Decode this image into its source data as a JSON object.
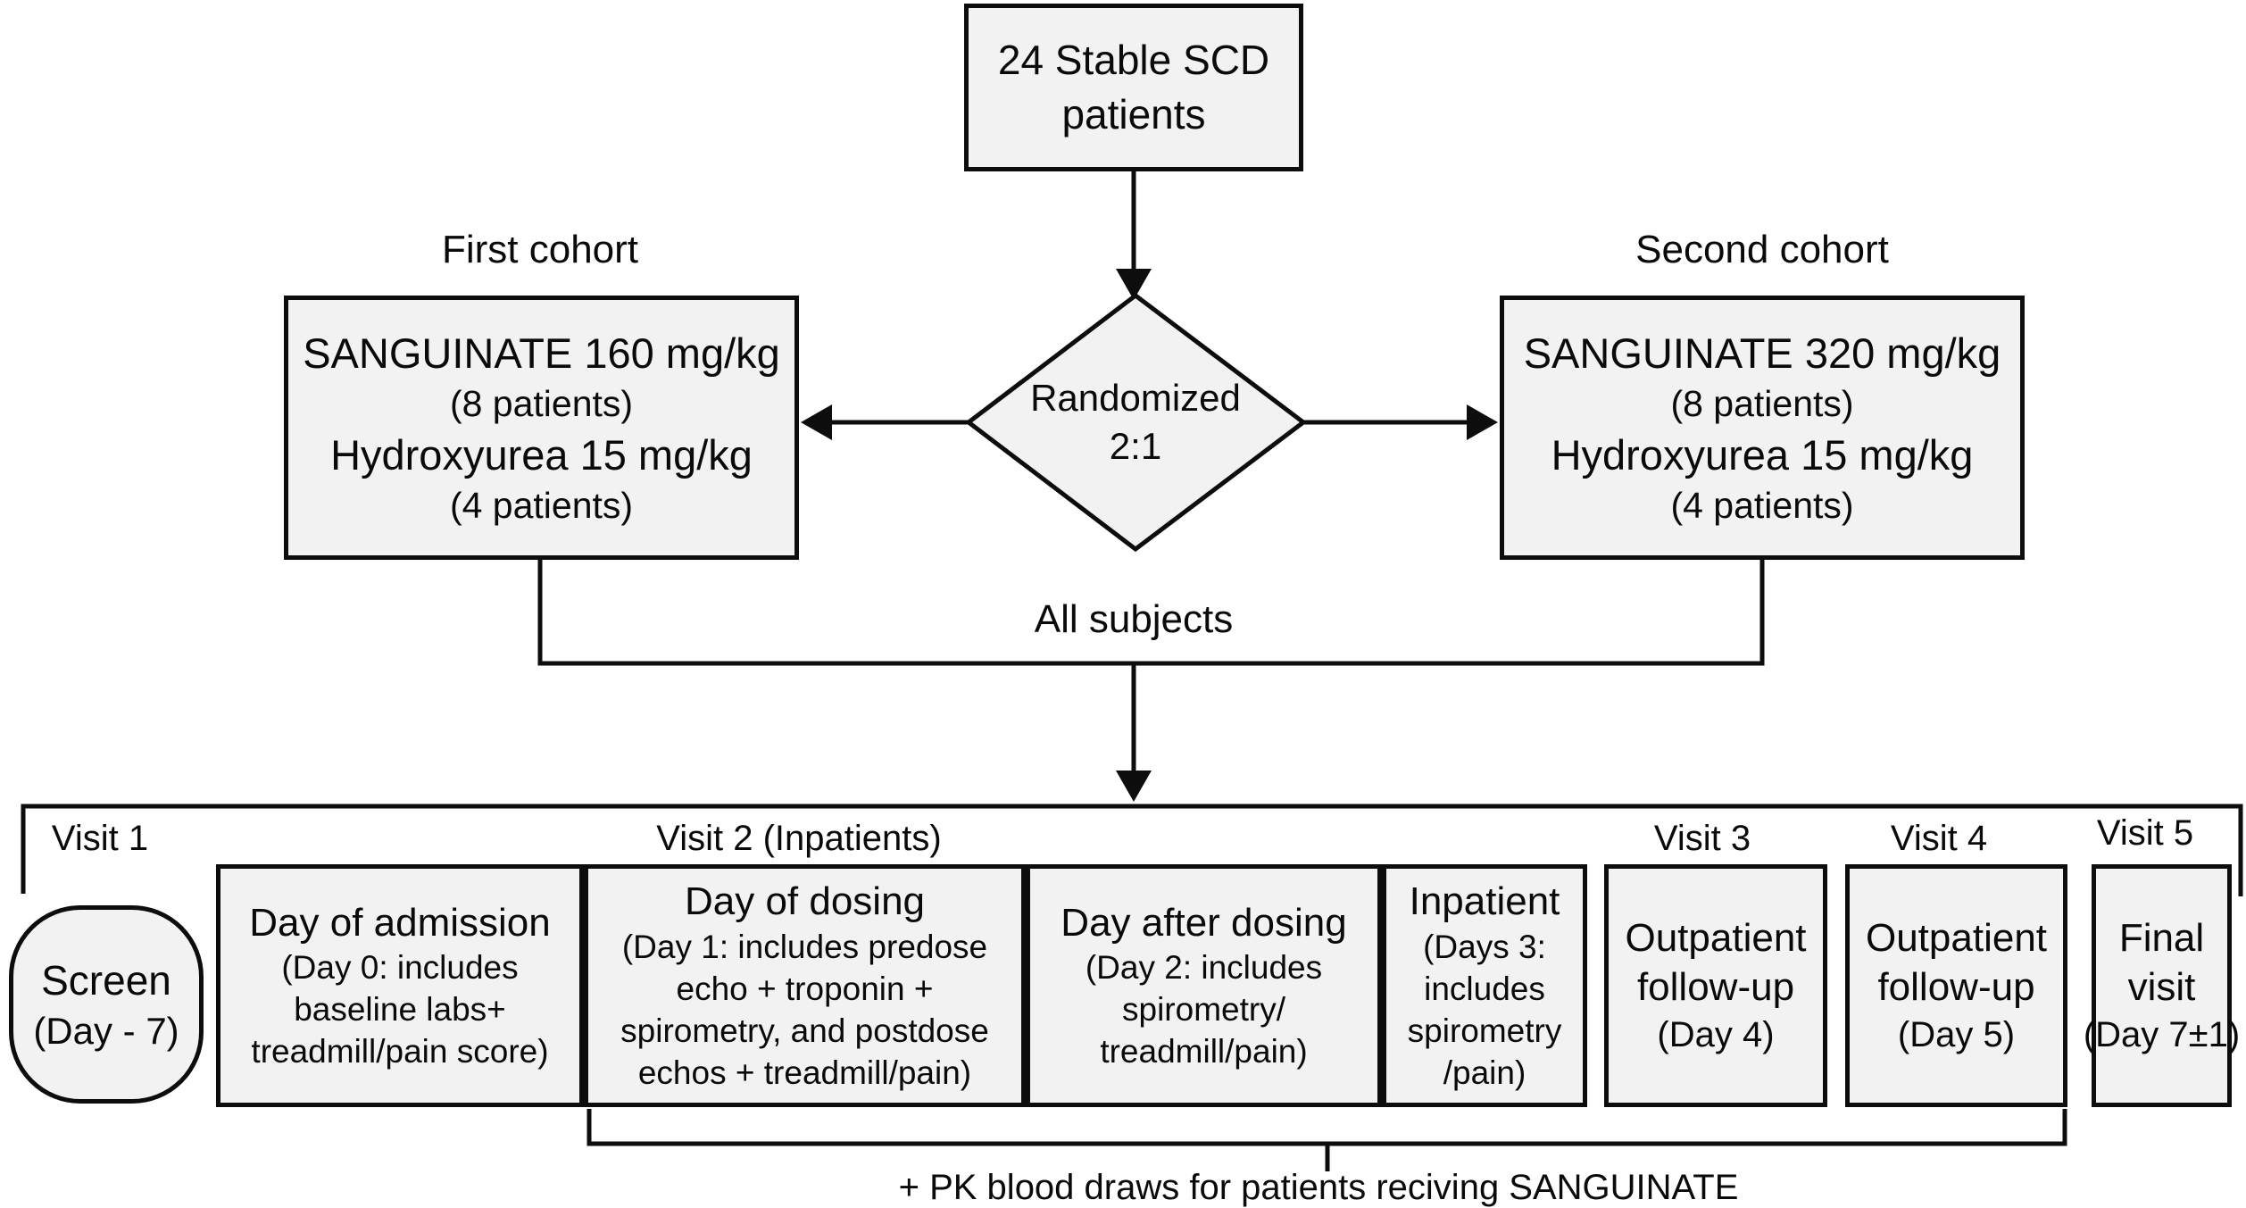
{
  "colors": {
    "background": "#ffffff",
    "node_fill": "#f2f2f2",
    "line": "#0d0d0d"
  },
  "flow": {
    "patients_box": {
      "line1": "24 Stable SCD",
      "line2": "patients"
    },
    "randomize_diamond": {
      "line1": "Randomized",
      "line2": "2:1"
    },
    "first_cohort": {
      "label": "First cohort",
      "dose_line": "SANGUINATE 160 mg/kg",
      "dose_n": "(8 patients)",
      "hydroxyurea_line": "Hydroxyurea 15 mg/kg",
      "hydroxyurea_n": "(4 patients)"
    },
    "second_cohort": {
      "label": "Second cohort",
      "dose_line": "SANGUINATE 320 mg/kg",
      "dose_n": "(8 patients)",
      "hydroxyurea_line": "Hydroxyurea 15 mg/kg",
      "hydroxyurea_n": "(4 patients)"
    },
    "all_subjects_label": "All subjects"
  },
  "timeline": {
    "visit_labels": [
      "Visit 1",
      "Visit 2 (Inpatients)",
      "Visit 3",
      "Visit 4",
      "Visit 5"
    ],
    "screen": {
      "title": "Screen",
      "sub": "(Day - 7)"
    },
    "admission": {
      "title": "Day of admission",
      "sub": [
        "(Day 0: includes",
        "baseline labs+",
        "treadmill/pain score)"
      ]
    },
    "dosing": {
      "title": "Day of dosing",
      "sub": [
        "(Day 1: includes predose",
        "echo + troponin +",
        "spirometry, and postdose",
        "echos + treadmill/pain)"
      ]
    },
    "after_dosing": {
      "title": "Day after dosing",
      "sub": [
        "(Day 2: includes",
        "spirometry/",
        "treadmill/pain)"
      ]
    },
    "inpatient": {
      "title": "Inpatient",
      "sub": [
        "(Days 3:",
        "includes",
        "spirometry",
        "/pain)"
      ]
    },
    "visit3": {
      "title": [
        "Outpatient",
        "follow-up"
      ],
      "sub": "(Day 4)"
    },
    "visit4": {
      "title": [
        "Outpatient",
        "follow-up"
      ],
      "sub": "(Day 5)"
    },
    "visit5": {
      "title": [
        "Final",
        "visit"
      ],
      "sub": "(Day 7±1)"
    },
    "pk_note": "+ PK blood draws for patients reciving SANGUINATE"
  }
}
